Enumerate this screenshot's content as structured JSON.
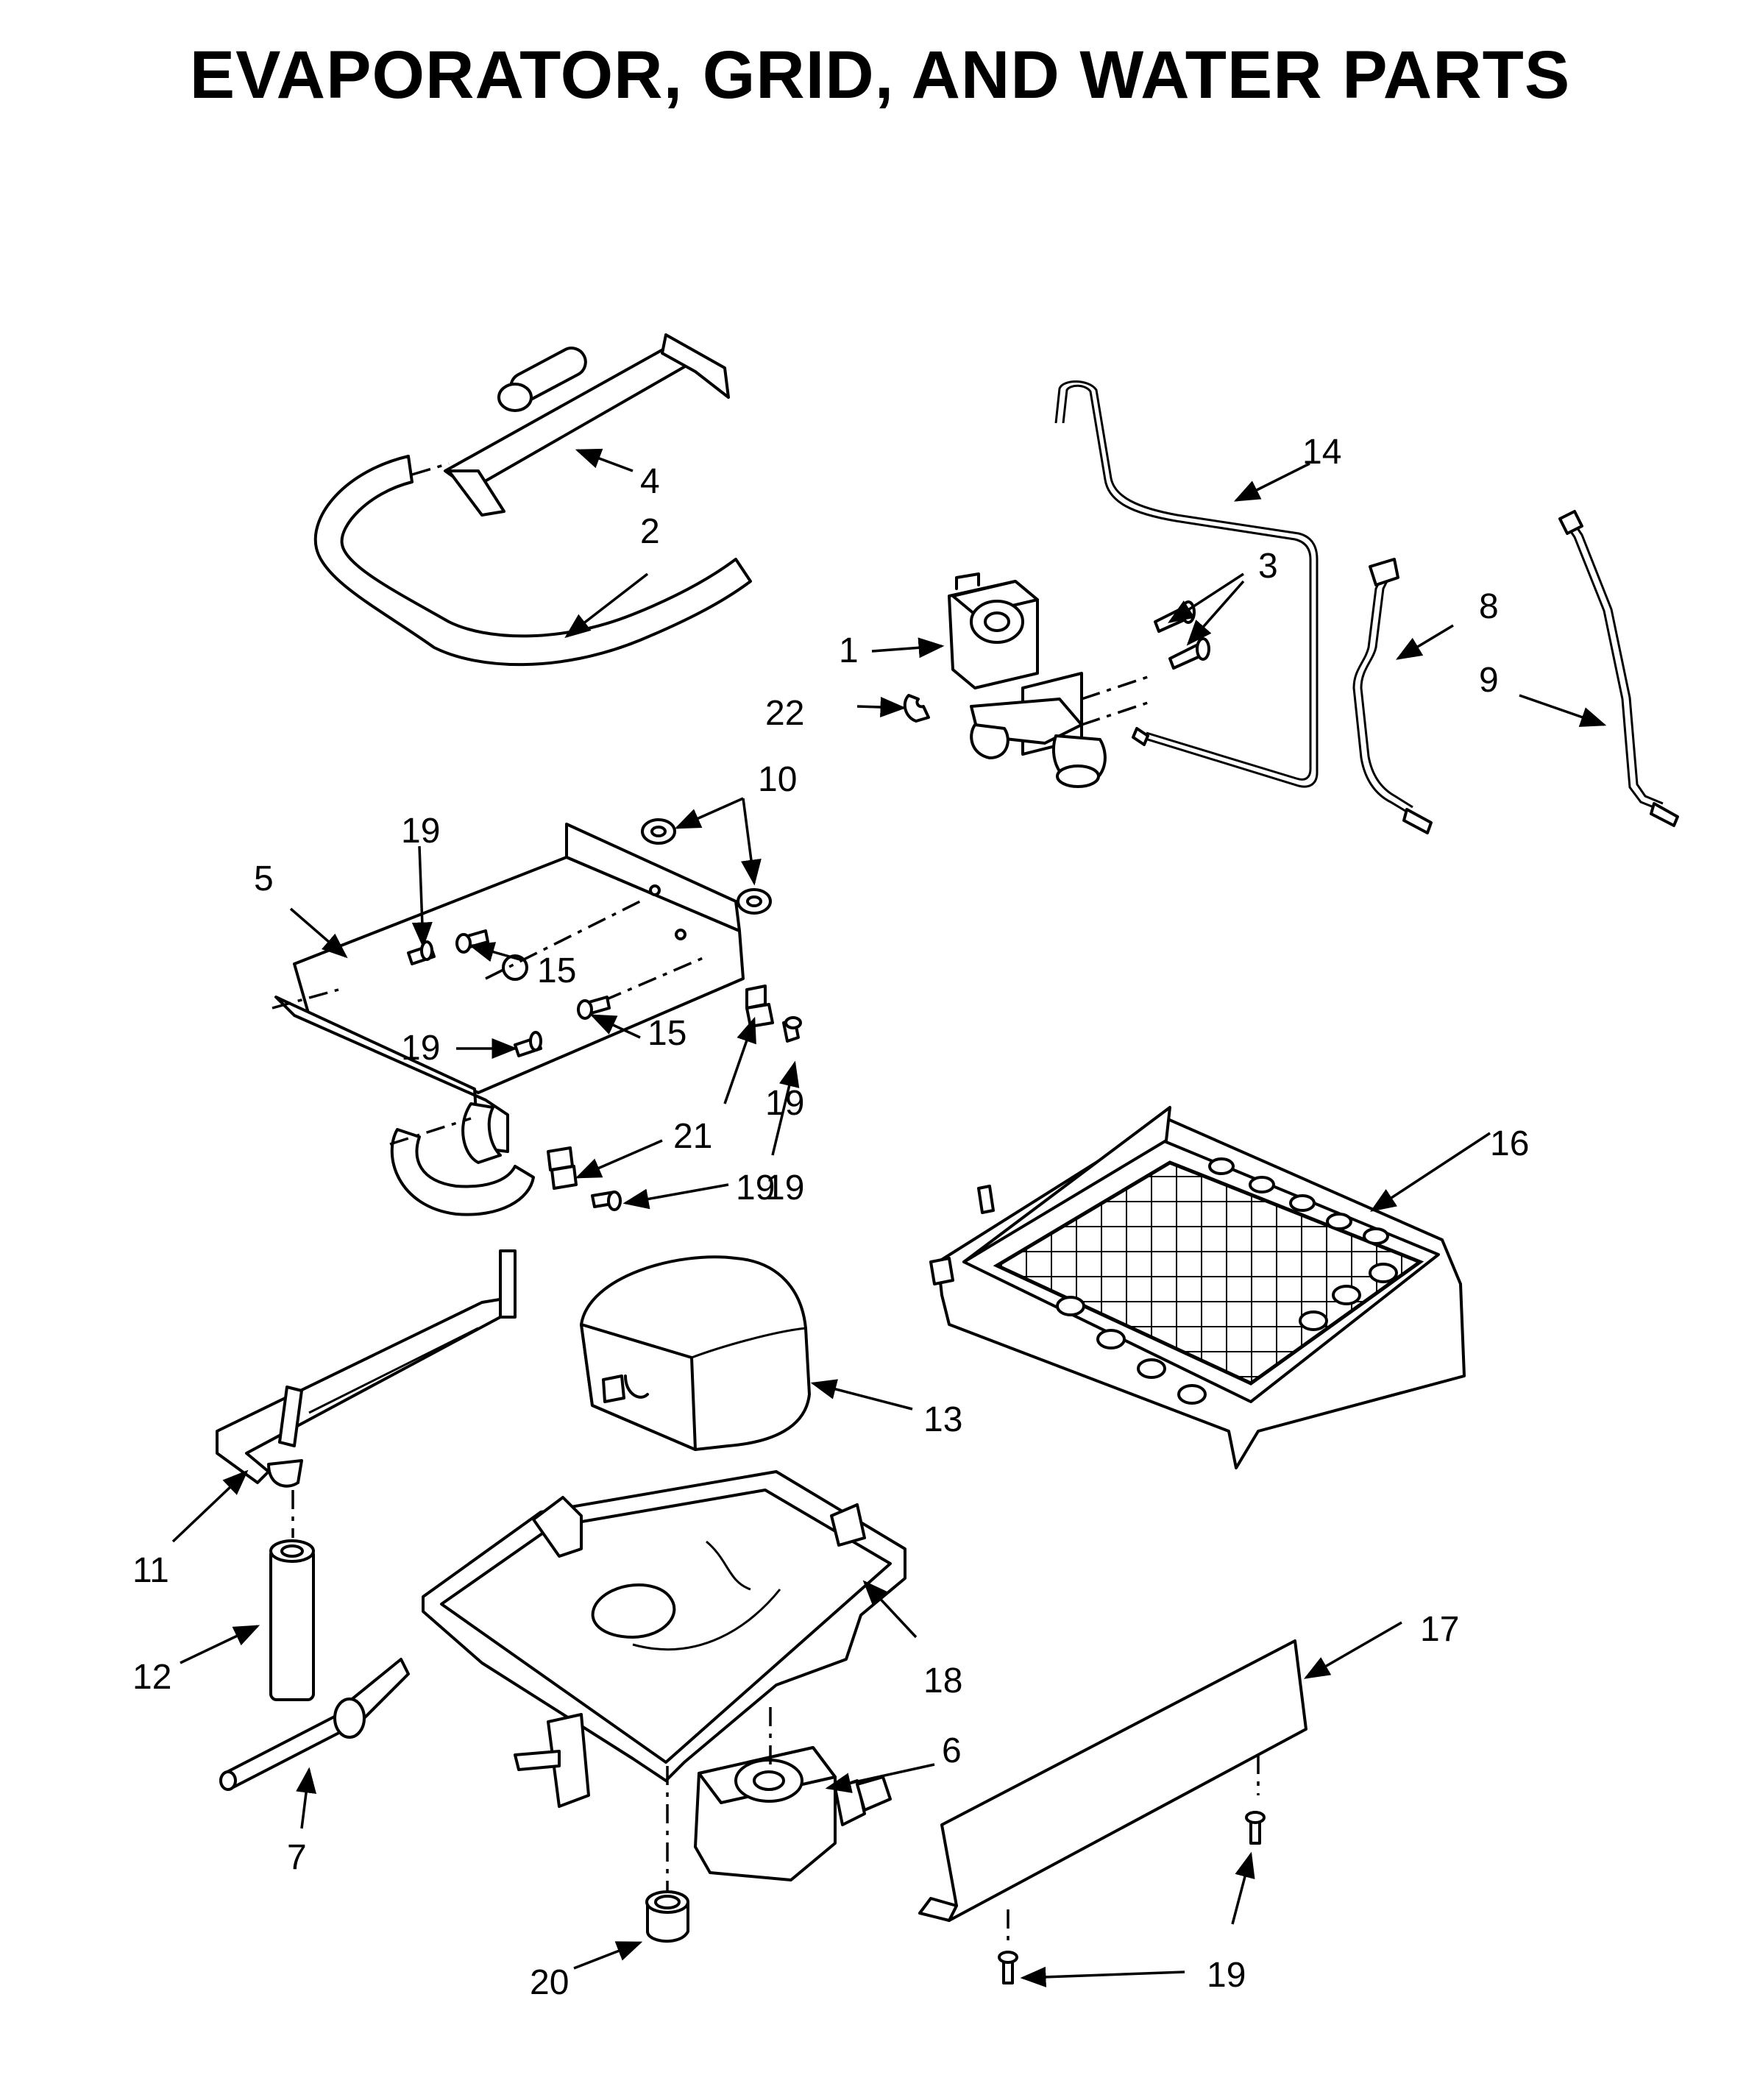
{
  "title": "EVAPORATOR, GRID, AND WATER PARTS",
  "callouts": {
    "c1": "1",
    "c2": "2",
    "c3": "3",
    "c4": "4",
    "c5": "5",
    "c6": "6",
    "c7": "7",
    "c8": "8",
    "c9": "9",
    "c10": "10",
    "c11": "11",
    "c12": "12",
    "c13": "13",
    "c14": "14",
    "c15a": "15",
    "c15b": "15",
    "c16": "16",
    "c17": "17",
    "c18": "18",
    "c19a": "19",
    "c19b": "19",
    "c19c": "19",
    "c19d": "19",
    "c19e": "19",
    "c19f": "19",
    "c20": "20",
    "c21": "21",
    "c22": "22"
  }
}
